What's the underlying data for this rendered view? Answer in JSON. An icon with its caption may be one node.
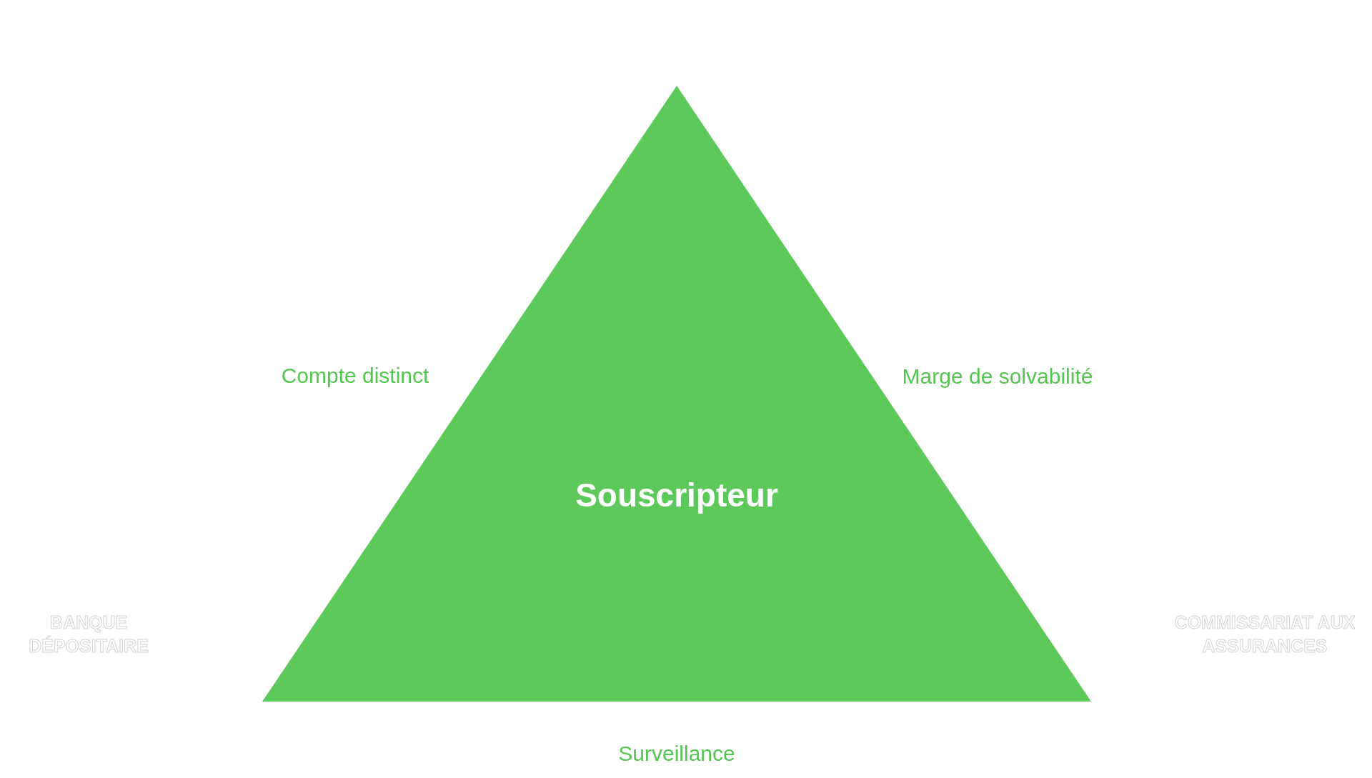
{
  "diagram": {
    "nodes": [
      {
        "text": [
          "Souscripteur"
        ]
      }
    ],
    "labels": [
      "Compte distinct",
      "Marge de solvabilité",
      "BANQUE DÉPOSITAIRE",
      "COMMISSARIAT AUX ASSURANCES",
      "Surveillance"
    ]
  }
}
